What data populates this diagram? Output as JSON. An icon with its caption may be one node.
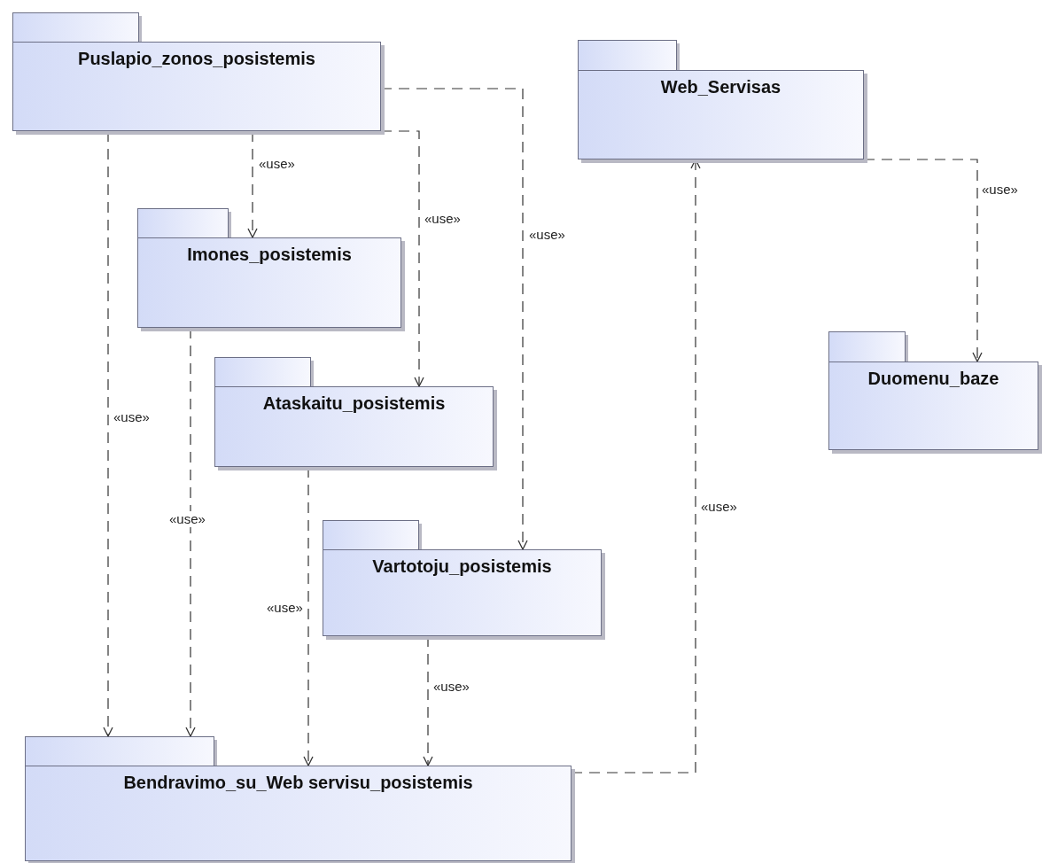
{
  "diagram": {
    "nodes": [
      {
        "text": [
          "Puslapio_zonos_posistemis"
        ]
      },
      {
        "text": [
          "Web_Servisas"
        ]
      },
      {
        "text": [
          "Imones_posistemis"
        ]
      },
      {
        "text": [
          "Ataskaitu_posistemis"
        ]
      },
      {
        "text": [
          "Duomenu_baze"
        ]
      },
      {
        "text": [
          "Vartotoju_posistemis"
        ]
      },
      {
        "text": [
          "Bendravimo_su_Web servisu_posistemis"
        ]
      }
    ],
    "edges": [
      {
        "from": 0,
        "to": 2,
        "arrow": "to",
        "label": "«use»",
        "style": "dashed"
      },
      {
        "from": 0,
        "to": 3,
        "arrow": "to",
        "label": "«use»",
        "style": "dashed"
      },
      {
        "from": 0,
        "to": 5,
        "arrow": "to",
        "label": "«use»",
        "style": "dashed"
      },
      {
        "from": 0,
        "to": 6,
        "arrow": "to",
        "label": "«use»",
        "style": "dashed"
      },
      {
        "from": 2,
        "to": 6,
        "arrow": "to",
        "label": "«use»",
        "style": "dashed"
      },
      {
        "from": 3,
        "to": 6,
        "arrow": "to",
        "label": "«use»",
        "style": "dashed"
      },
      {
        "from": 5,
        "to": 6,
        "arrow": "to",
        "label": "«use»",
        "style": "dashed"
      },
      {
        "from": 6,
        "to": 1,
        "arrow": "to",
        "label": "«use»",
        "style": "dashed"
      },
      {
        "from": 1,
        "to": 4,
        "arrow": "to",
        "label": "«use»",
        "style": "dashed"
      }
    ]
  }
}
